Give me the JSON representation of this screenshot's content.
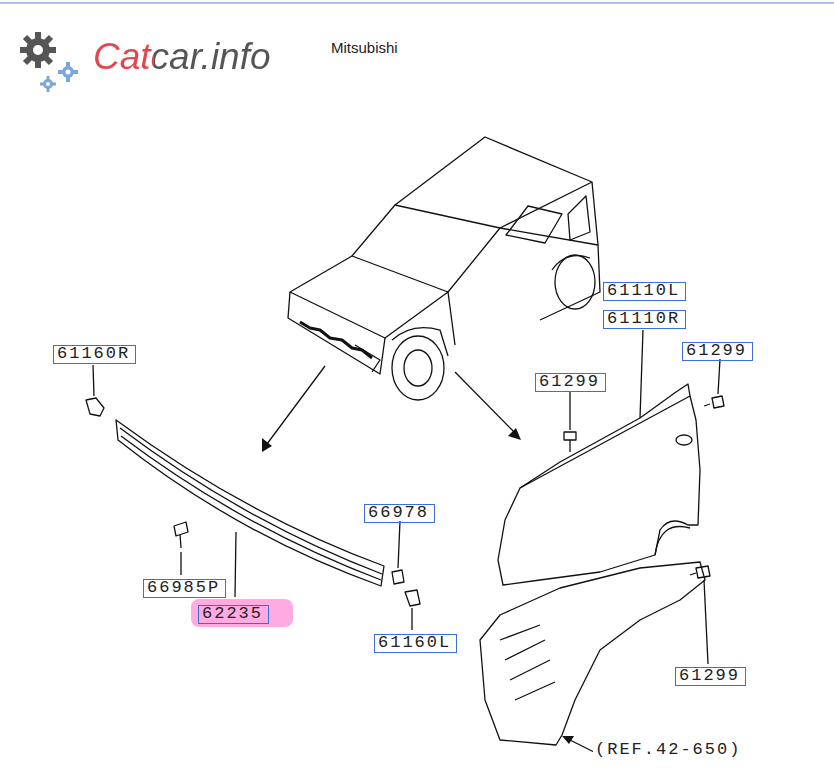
{
  "diagram": {
    "nodes": [
      {
        "text": [
          "61110L"
        ]
      },
      {
        "text": [
          "61110R"
        ]
      },
      {
        "text": [
          "61299"
        ]
      },
      {
        "text": [
          "61160R"
        ]
      },
      {
        "text": [
          "61299"
        ]
      },
      {
        "text": [
          "66978"
        ]
      },
      {
        "text": [
          "66985P"
        ]
      },
      {
        "text": [
          "62235"
        ]
      },
      {
        "text": [
          "61160L"
        ]
      },
      {
        "text": [
          "61299"
        ]
      }
    ],
    "labels": [
      "Catcar.info",
      "Mitsubishi",
      "(REF.42-650)"
    ]
  }
}
